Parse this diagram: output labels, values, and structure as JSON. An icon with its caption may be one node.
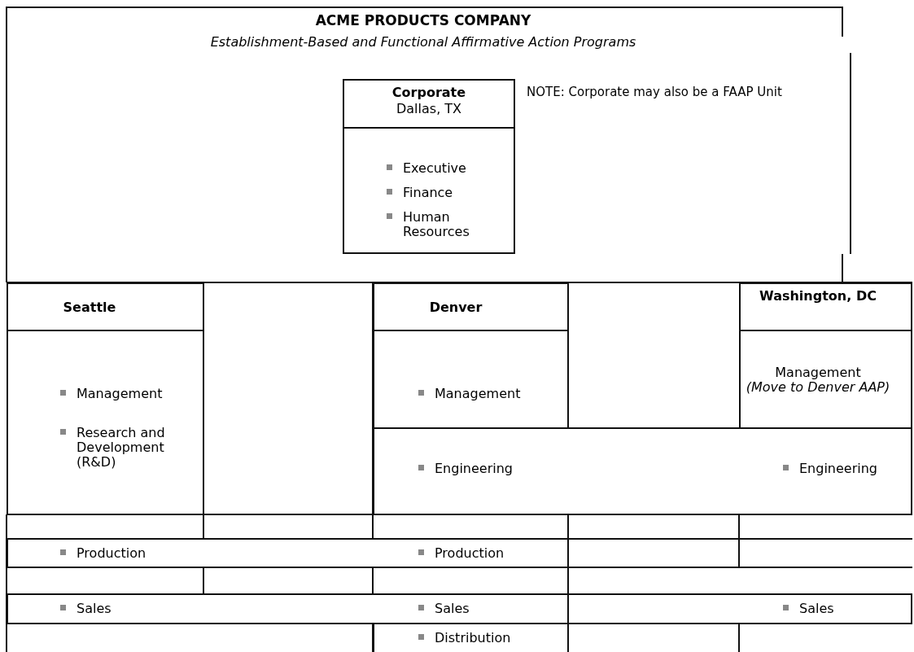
{
  "diagram": {
    "title": "ACME PRODUCTS COMPANY",
    "caption": "Establishment-Based and Functional Affirmative Action Programs",
    "nodes": [
      {
        "text": [
          "Corporate",
          "Dallas, TX"
        ]
      },
      {
        "text": [
          "Executive",
          "Finance",
          "Human Resources"
        ]
      },
      {
        "text": [
          "Seattle"
        ]
      },
      {
        "text": [
          "Denver"
        ]
      },
      {
        "text": [
          "Washington, DC"
        ]
      },
      {
        "text": [
          "Management",
          "Research and Development (R&D)"
        ]
      },
      {
        "text": [
          "Management"
        ]
      },
      {
        "text": [
          "Management",
          "(Move to Denver AAP)"
        ]
      },
      {
        "text": [
          "Engineering",
          "Engineering"
        ]
      },
      {
        "text": [
          "Production",
          "Production"
        ]
      },
      {
        "text": [
          "Sales",
          "Sales",
          "Sales"
        ]
      },
      {
        "text": [
          "Distribution"
        ]
      }
    ],
    "edges": [],
    "labels": [
      "NOTE: Corporate may also be a FAAP Unit"
    ]
  }
}
